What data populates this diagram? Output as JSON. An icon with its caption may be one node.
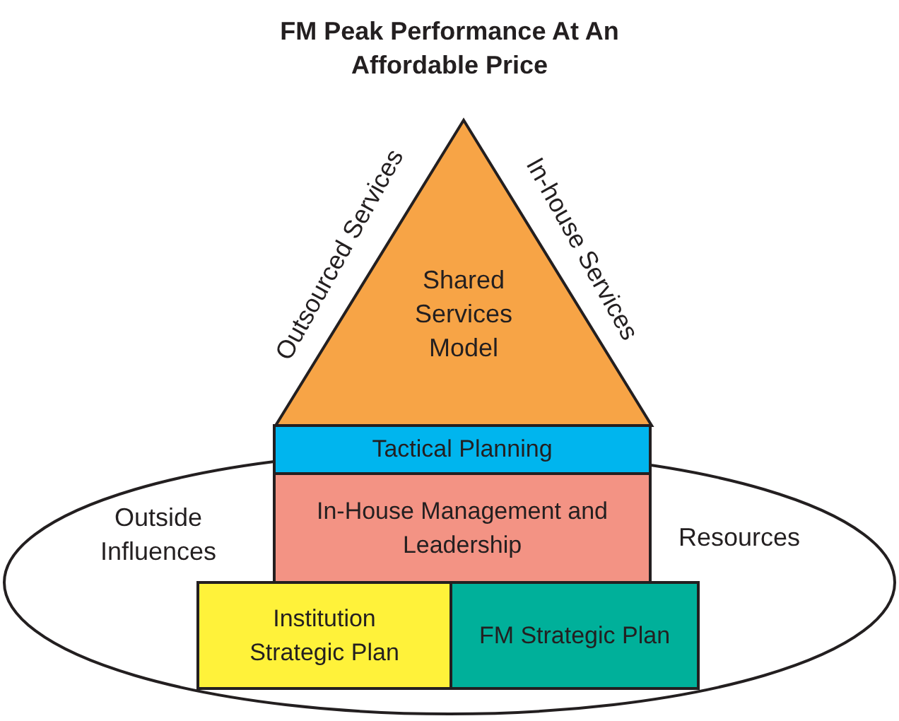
{
  "diagram": {
    "title": "FM Peak Performance At An Affordable Price",
    "nodes": [
      {
        "text": [
          "Outside Influences",
          "Resources"
        ]
      },
      {
        "text": [
          "Shared Services Model"
        ],
        "beside": [
          "Outsourced Services",
          "In-house Services"
        ]
      },
      {
        "text": [
          "Tactical Planning"
        ]
      },
      {
        "text": [
          "In-House Management and Leadership"
        ],
        "in": 0
      },
      {
        "text": [
          "Institution Strategic Plan"
        ],
        "in": 0
      },
      {
        "text": [
          "FM Strategic Plan"
        ],
        "in": 0
      }
    ]
  }
}
